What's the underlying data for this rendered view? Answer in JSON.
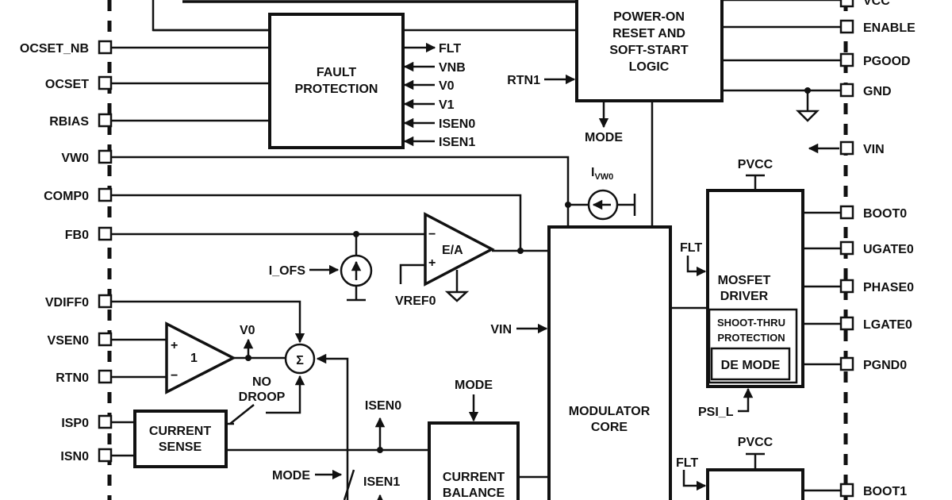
{
  "pins_left": [
    "OCSET_NB",
    "OCSET",
    "RBIAS",
    "VW0",
    "COMP0",
    "FB0",
    "VDIFF0",
    "VSEN0",
    "RTN0",
    "ISP0",
    "ISN0"
  ],
  "pins_right": [
    "VCC",
    "ENABLE",
    "PGOOD",
    "GND",
    "VIN",
    "BOOT0",
    "UGATE0",
    "PHASE0",
    "LGATE0",
    "PGND0",
    "BOOT1"
  ],
  "blocks": {
    "power_on": [
      "POWER-ON",
      "RESET AND",
      "SOFT-START",
      "LOGIC"
    ],
    "fault": [
      "FAULT",
      "PROTECTION"
    ],
    "mosfet": [
      "MOSFET",
      "DRIVER"
    ],
    "shoot_thru": [
      "SHOOT-THRU",
      "PROTECTION"
    ],
    "de_mode": "DE MODE",
    "modulator": [
      "MODULATOR",
      "CORE"
    ],
    "current_sense": [
      "CURRENT",
      "SENSE"
    ],
    "current_balance": [
      "CURRENT",
      "BALANCE"
    ]
  },
  "fault_signals": [
    "FLT",
    "VNB",
    "V0",
    "V1",
    "ISEN0",
    "ISEN1"
  ],
  "signals": {
    "rtn1": "RTN1",
    "mode_top": "MODE",
    "ivw0_main": "I",
    "ivw0_sub": "VW0",
    "pvcc_top": "PVCC",
    "pvcc_bottom": "PVCC",
    "flt_driver": "FLT",
    "flt_driver2": "FLT",
    "psi_l": "PSI_L",
    "vin_left": "VIN",
    "i_ofs": "I_OFS",
    "vref0": "VREF0",
    "ea": "E/A",
    "plus": "+",
    "minus": "−",
    "amp_plus": "+",
    "amp_minus": "−",
    "amp_gain": "1",
    "v0": "V0",
    "sigma": "Σ",
    "no_droop_1": "NO",
    "no_droop_2": "DROOP",
    "isen0": "ISEN0",
    "isen1": "ISEN1",
    "mode_mid": "MODE",
    "mode_bottom": "MODE"
  }
}
